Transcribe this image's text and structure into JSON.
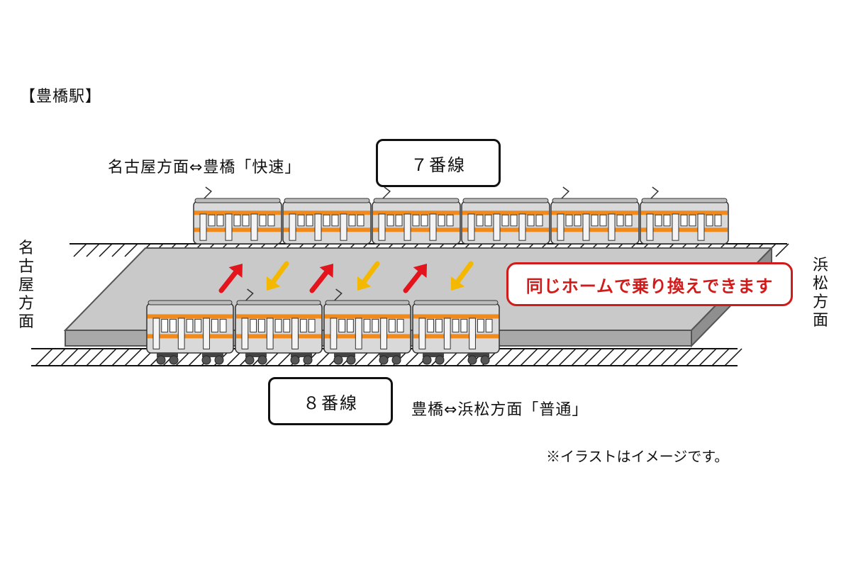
{
  "station_title": "【豊橋駅】",
  "top_route": "名古屋方面⇔豊橋「快速」",
  "top_track": "７番線",
  "bottom_track": "８番線",
  "bottom_route": "豊橋⇔浜松方面「普通」",
  "left_direction": "名古屋方面",
  "right_direction": "浜松方面",
  "transfer_message": "同じホームで乗り換えできます",
  "note": "※イラストはイメージです。",
  "colors": {
    "train_stripe": "#f08a1c",
    "arrow_up": "#e3141b",
    "arrow_down": "#f5b800",
    "platform": "#c8c8c8",
    "message": "#d11a1a"
  },
  "top_train_cars": 6,
  "bottom_train_cars": 4
}
